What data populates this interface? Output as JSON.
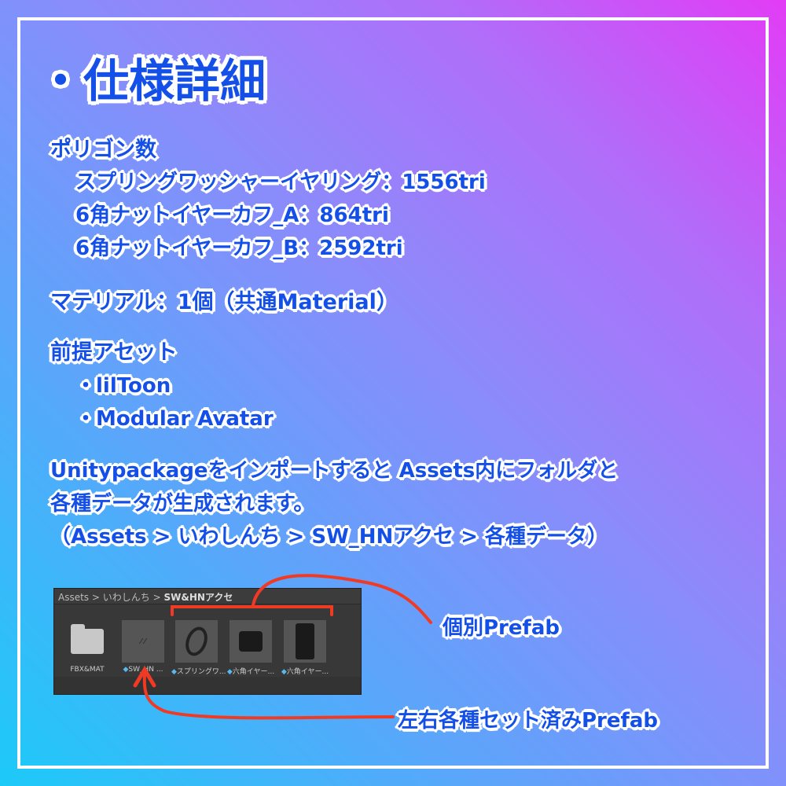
{
  "title": "・仕様詳細",
  "polygon": {
    "heading": "ポリゴン数",
    "items": [
      "スプリングワッシャーイヤリング：1556tri",
      "6角ナットイヤーカフ_A：864tri",
      "6角ナットイヤーカフ_B：2592tri"
    ]
  },
  "material": "マテリアル：1個（共通Material）",
  "prereq": {
    "heading": "前提アセット",
    "items": [
      "・lilToon",
      "・Modular Avatar"
    ]
  },
  "import_note": [
    "Unitypackageをインポートすると Assets内にフォルダと",
    "各種データが生成されます。",
    "（Assets > いわしんち > SW_HNアクセ > 各種データ）"
  ],
  "explorer": {
    "breadcrumb": [
      "Assets",
      "いわしんち",
      "SW&HNアクセ"
    ],
    "separator": ">",
    "items": [
      {
        "label": "FBX&MAT",
        "icon": "folder-icon"
      },
      {
        "label": "SW_HN ...",
        "icon": "prefab-icon"
      },
      {
        "label": "スプリングワ...",
        "icon": "prefab-icon"
      },
      {
        "label": "六角イヤー...",
        "icon": "prefab-icon"
      },
      {
        "label": "六角イヤー...",
        "icon": "prefab-icon"
      }
    ]
  },
  "annotations": {
    "individual": "個別Prefab",
    "set": "左右各種セット済みPrefab"
  },
  "colors": {
    "text": "#1450e8",
    "arrow": "#f03a24",
    "outline": "#ffffff"
  }
}
